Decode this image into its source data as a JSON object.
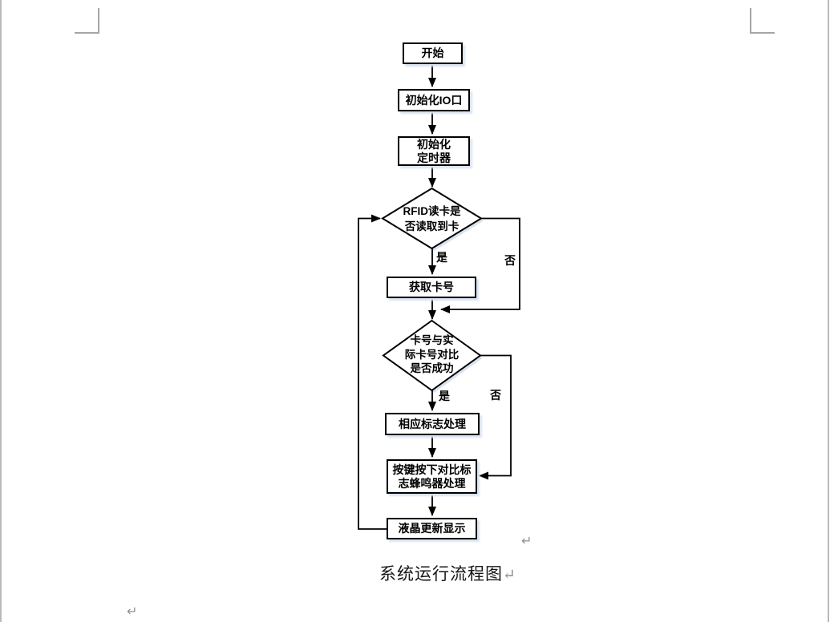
{
  "document": {
    "caption": "系统运行流程图",
    "caption_paragraph_mark": "↵",
    "flowchart_paragraph_mark": "↵",
    "bottom_paragraph_mark": "↵"
  },
  "flowchart": {
    "nodes": {
      "start": "开始",
      "init_io": "初始化IO口",
      "init_timer": "初始化\n定时器",
      "rfid_decision": "RFID读卡是\n否读取到卡",
      "get_card": "获取卡号",
      "compare_decision": "卡号与实\n际卡号对比\n是否成功",
      "flag_process": "相应标志处理",
      "key_buzzer": "按键按下对比标\n志蜂鸣器处理",
      "lcd_update": "液晶更新显示"
    },
    "edge_labels": {
      "rfid_yes": "是",
      "rfid_no": "否",
      "compare_yes": "是",
      "compare_no": "否"
    },
    "colors": {
      "line": "#000000",
      "box_fill": "#ffffff",
      "shadow": "#dae3f0",
      "page_edge": "#b9b9b9",
      "boundary_mark": "#a6a6a6",
      "paragraph_mark": "#8f8f8f"
    }
  }
}
